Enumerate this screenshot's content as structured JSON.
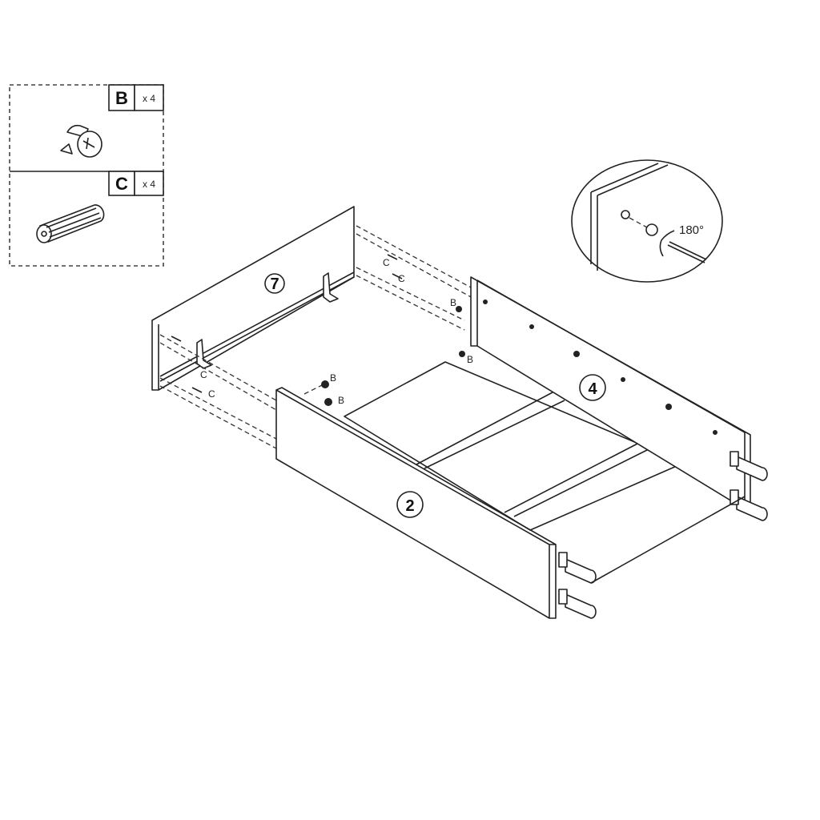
{
  "parts": [
    {
      "id": "B",
      "qty": "x 4",
      "icon": "cam-lock-icon"
    },
    {
      "id": "C",
      "qty": "x 4",
      "icon": "wooden-dowel-icon"
    }
  ],
  "detail": {
    "rotation": "180°"
  },
  "panels": {
    "back": "7",
    "side": "4",
    "front": "2"
  },
  "hardware_labels": {
    "b": "B",
    "c": "C"
  }
}
